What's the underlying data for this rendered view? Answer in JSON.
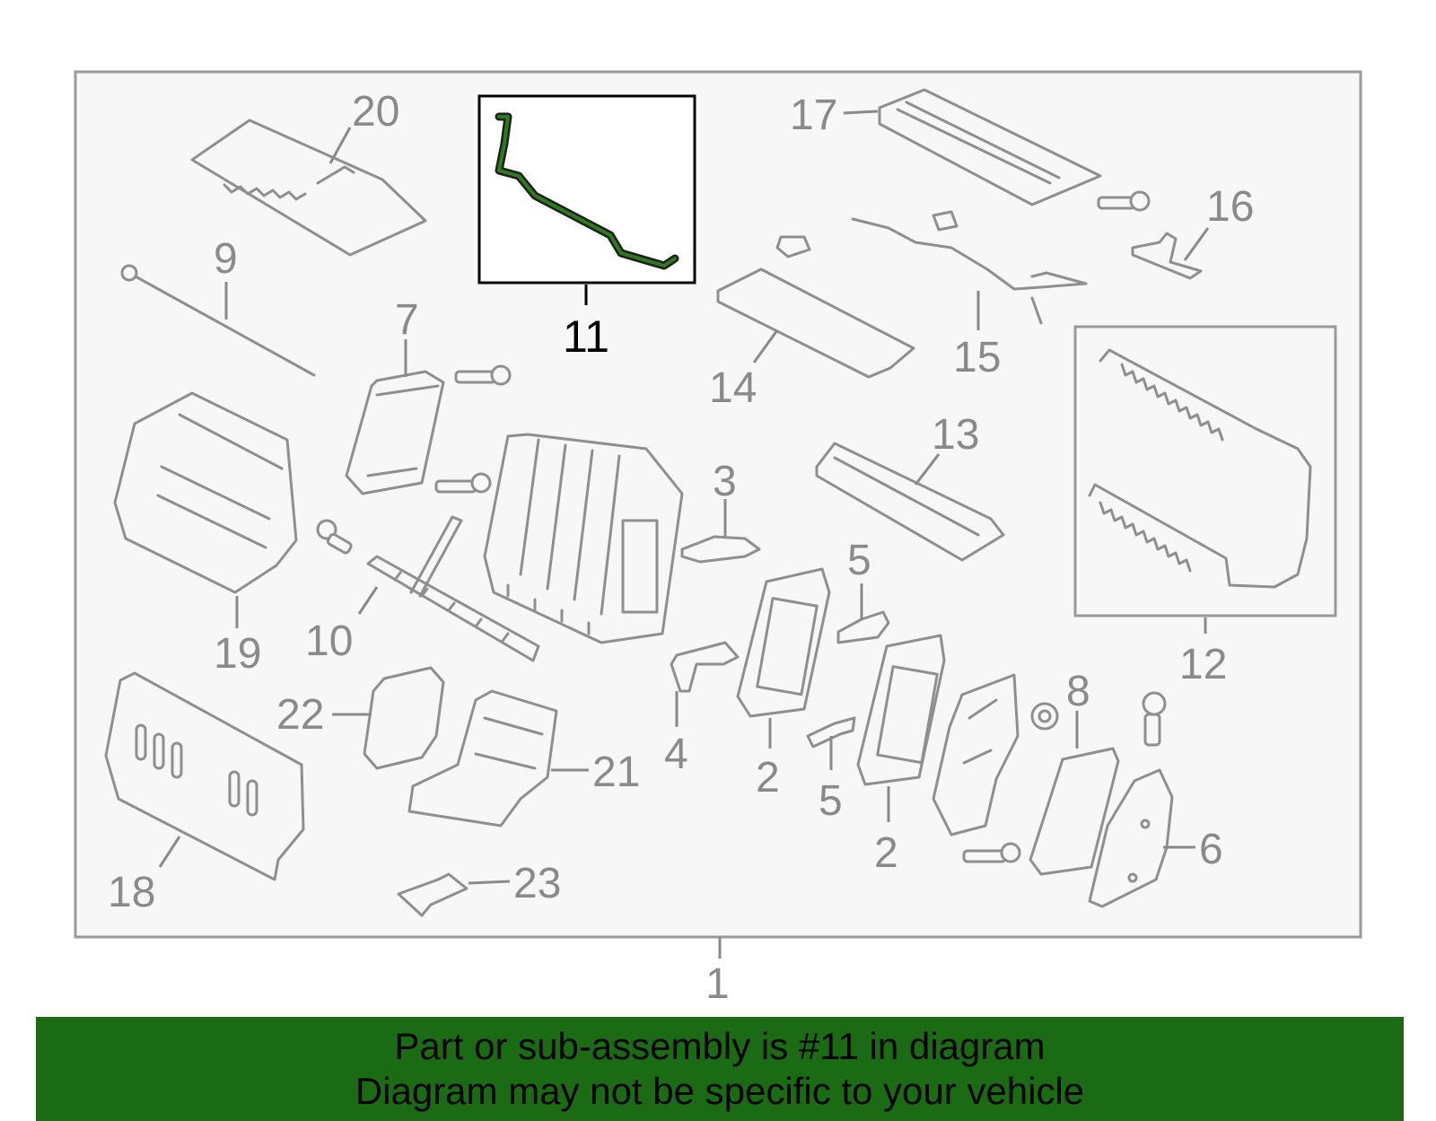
{
  "colors": {
    "banner": "#1a6b14",
    "highlight": "#2d7a1f",
    "part_stroke": "#8f8f8f",
    "frame": "#999999"
  },
  "callouts": {
    "c1": "1",
    "c2a": "2",
    "c2b": "2",
    "c3": "3",
    "c4": "4",
    "c5a": "5",
    "c5b": "5",
    "c6": "6",
    "c7": "7",
    "c8": "8",
    "c9": "9",
    "c10": "10",
    "c11": "11",
    "c12": "12",
    "c13": "13",
    "c14": "14",
    "c15": "15",
    "c16": "16",
    "c17": "17",
    "c18": "18",
    "c19": "19",
    "c20": "20",
    "c21": "21",
    "c22": "22",
    "c23": "23"
  },
  "highlighted_part": "11",
  "banner": {
    "line1": "Part or sub-assembly is #11 in diagram",
    "line2": "Diagram may not be specific to your vehicle"
  }
}
